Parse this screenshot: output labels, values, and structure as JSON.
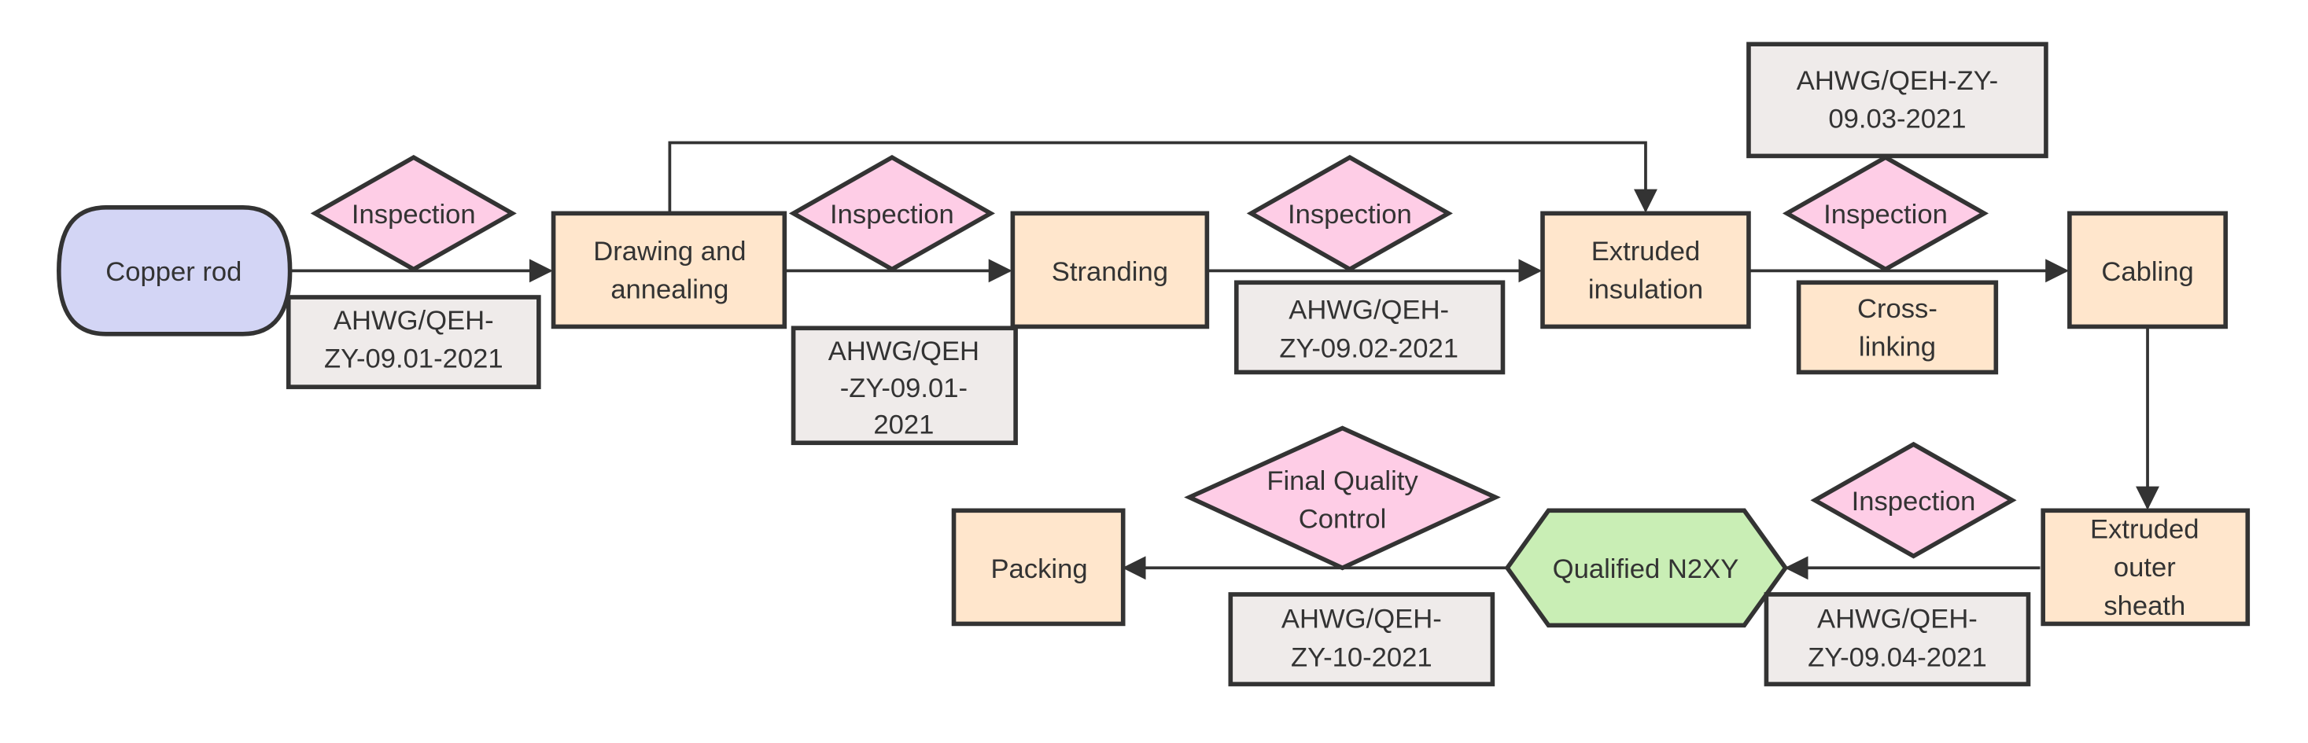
{
  "diagram": {
    "nodes": {
      "copper_rod": [
        "Copper rod"
      ],
      "drawing": [
        "Drawing and",
        "annealing"
      ],
      "stranding": [
        "Stranding"
      ],
      "extruded_insulation": [
        "Extruded",
        "insulation"
      ],
      "cabling": [
        "Cabling"
      ],
      "extruded_outer_sheath": [
        "Extruded",
        "outer",
        "sheath"
      ],
      "qualified": [
        "Qualified N2XY"
      ],
      "packing": [
        "Packing"
      ],
      "cross_linking": [
        "Cross-",
        "linking"
      ]
    },
    "inspections": {
      "i1": [
        "Inspection"
      ],
      "i2": [
        "Inspection"
      ],
      "i3": [
        "Inspection"
      ],
      "i4": [
        "Inspection"
      ],
      "i5": [
        "Inspection"
      ],
      "final": [
        "Final Quality",
        "Control"
      ]
    },
    "documents": {
      "d1": [
        "AHWG/QEH-",
        "ZY-09.01-2021"
      ],
      "d2": [
        "AHWG/QEH",
        "-ZY-09.01-",
        "2021"
      ],
      "d3": [
        "AHWG/QEH-",
        "ZY-09.02-2021"
      ],
      "d4": [
        "AHWG/QEH-ZY-",
        "09.03-2021"
      ],
      "d5": [
        "AHWG/QEH-",
        "ZY-09.04-2021"
      ],
      "d6": [
        "AHWG/QEH-",
        "ZY-10-2021"
      ]
    }
  }
}
